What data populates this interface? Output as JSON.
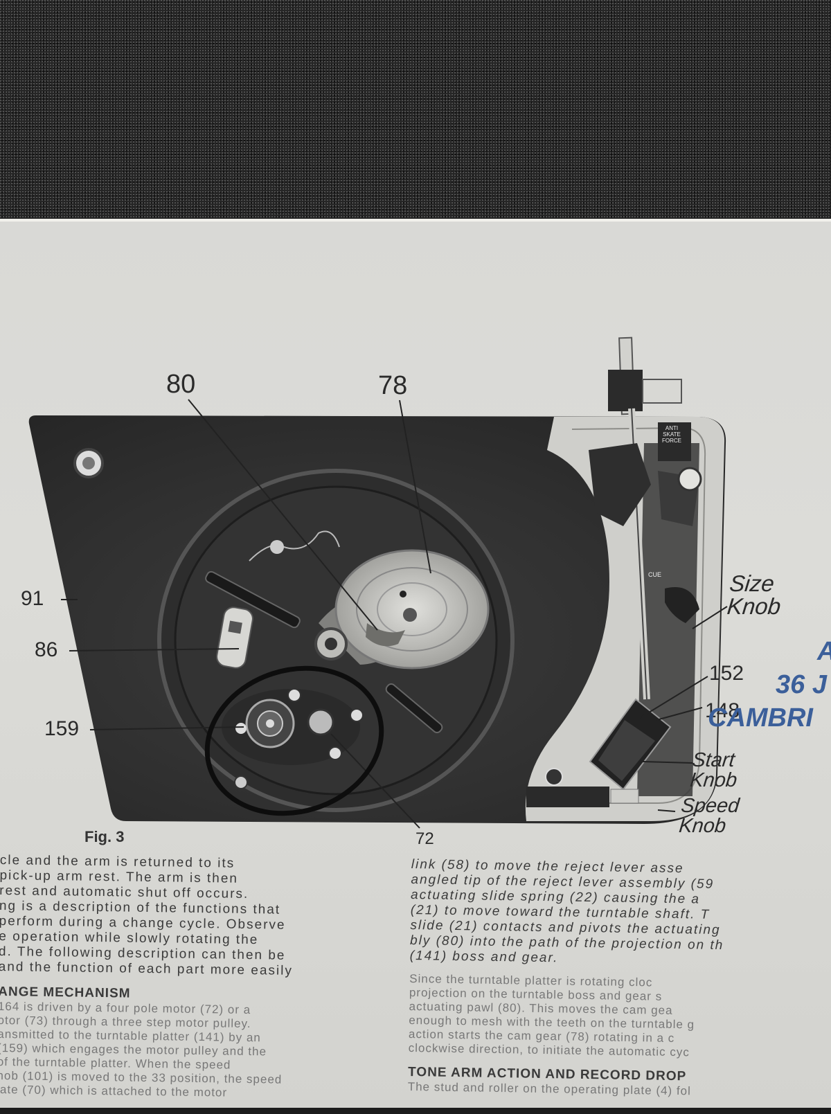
{
  "figure": {
    "caption": "Fig. 3",
    "callouts": {
      "c80": "80",
      "c78": "78",
      "c91": "91",
      "c86": "86",
      "c159": "159",
      "c72": "72",
      "c152": "152",
      "c148": "148",
      "size_knob": "Size\nKnob",
      "start_knob": "Start\nKnob",
      "speed_knob": "Speed\nKnob"
    },
    "deck_labels": {
      "anti_skate": "ANTI\nSKATE\nFORCE",
      "cue": "CUE"
    }
  },
  "stamp": {
    "line1": "A",
    "line2": "36 J",
    "line3": "CAMBRI"
  },
  "text": {
    "left": [
      "cle and the arm is returned to its",
      "pick-up arm rest. The arm is then",
      " rest and automatic shut off occurs.",
      "ng is a description of the functions that",
      "perform during a change cycle. Observe",
      "e operation while slowly rotating the",
      "d. The following description can then be",
      " and the function of each part more easily"
    ],
    "left_heading": "ANGE MECHANISM",
    "left_faded": [
      "164 is driven by a four pole motor (72) or a",
      "otor (73) through a three step motor pulley.",
      "ansmitted to the turntable platter (141) by an",
      "(159) which engages the motor pulley and the",
      " of the turntable platter. When the speed",
      "nob (101) is moved to the 33 position, the speed",
      "late (70) which is attached to the motor"
    ],
    "right": [
      "link (58) to move the reject lever asse",
      "angled tip of the reject lever assembly (59",
      "actuating slide spring (22) causing the a",
      "(21) to move toward the turntable shaft. T",
      "slide (21) contacts and pivots the actuating",
      "bly (80) into the path of the projection on th",
      "(141) boss and gear."
    ],
    "right_faded": [
      "Since the turntable platter is rotating cloc",
      "projection on the turntable boss and gear s",
      "actuating pawl (80). This moves the cam gea",
      "enough to mesh with the teeth on the turntable g",
      "action starts the cam gear (78) rotating in a c",
      "clockwise direction, to initiate the automatic cyc"
    ],
    "right_heading": "TONE ARM ACTION AND RECORD DROP",
    "right_last": "The stud and roller on the operating plate (4) fol"
  }
}
